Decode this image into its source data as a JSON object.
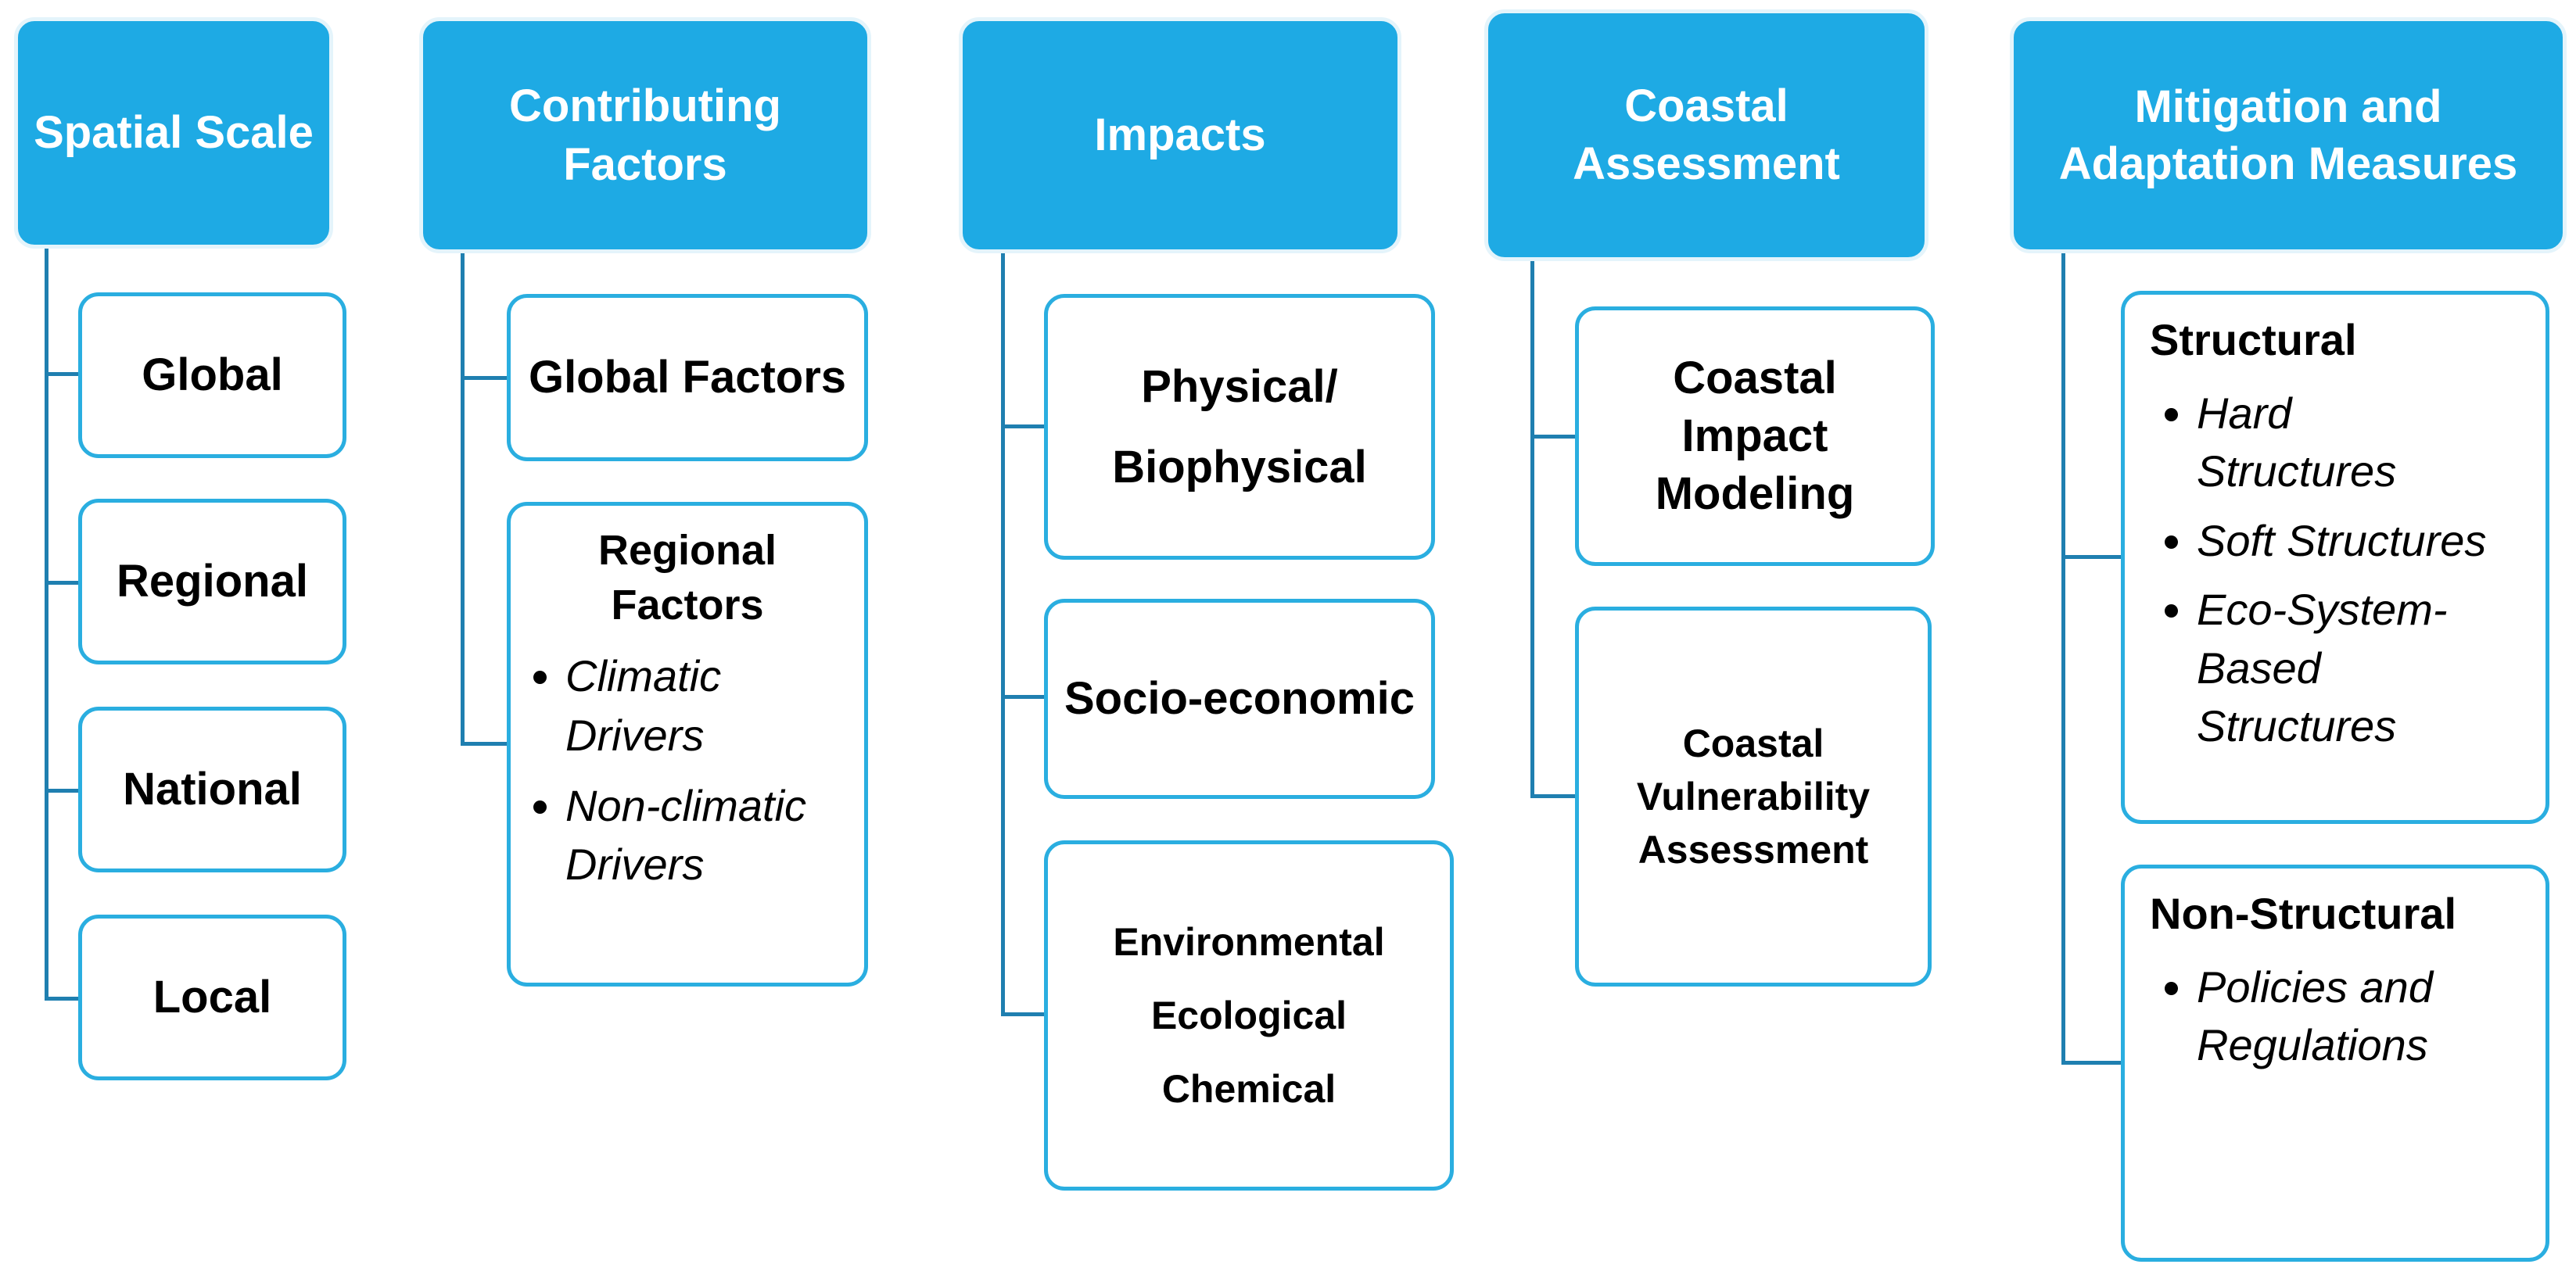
{
  "columns": [
    {
      "header": "Spatial Scale",
      "items": [
        {
          "label": "Global"
        },
        {
          "label": "Regional"
        },
        {
          "label": "National"
        },
        {
          "label": "Local"
        }
      ]
    },
    {
      "header": "Contributing\nFactors",
      "items": [
        {
          "label": "Global Factors"
        },
        {
          "title": "Regional\nFactors",
          "bullets": [
            "Climatic\nDrivers",
            "Non-climatic\nDrivers"
          ]
        }
      ]
    },
    {
      "header": "Impacts",
      "items": [
        {
          "label": "Physical/\nBiophysical"
        },
        {
          "label": "Socio-economic"
        },
        {
          "label": "Environmental\nEcological\nChemical"
        }
      ]
    },
    {
      "header": "Coastal\nAssessment",
      "items": [
        {
          "label": "Coastal\nImpact\nModeling"
        },
        {
          "label": "Coastal\nVulnerability\nAssessment"
        }
      ]
    },
    {
      "header": "Mitigation and\nAdaptation Measures",
      "items": [
        {
          "title": "Structural",
          "bullets": [
            "Hard\nStructures",
            "Soft Structures",
            "Eco-System-\nBased\nStructures"
          ]
        },
        {
          "title": "Non-Structural",
          "bullets": [
            "Policies and\nRegulations"
          ]
        }
      ]
    }
  ],
  "colors": {
    "header_fill": "#1EAAE4",
    "box_border": "#2AAEE0",
    "connector": "#1F7FB0"
  }
}
